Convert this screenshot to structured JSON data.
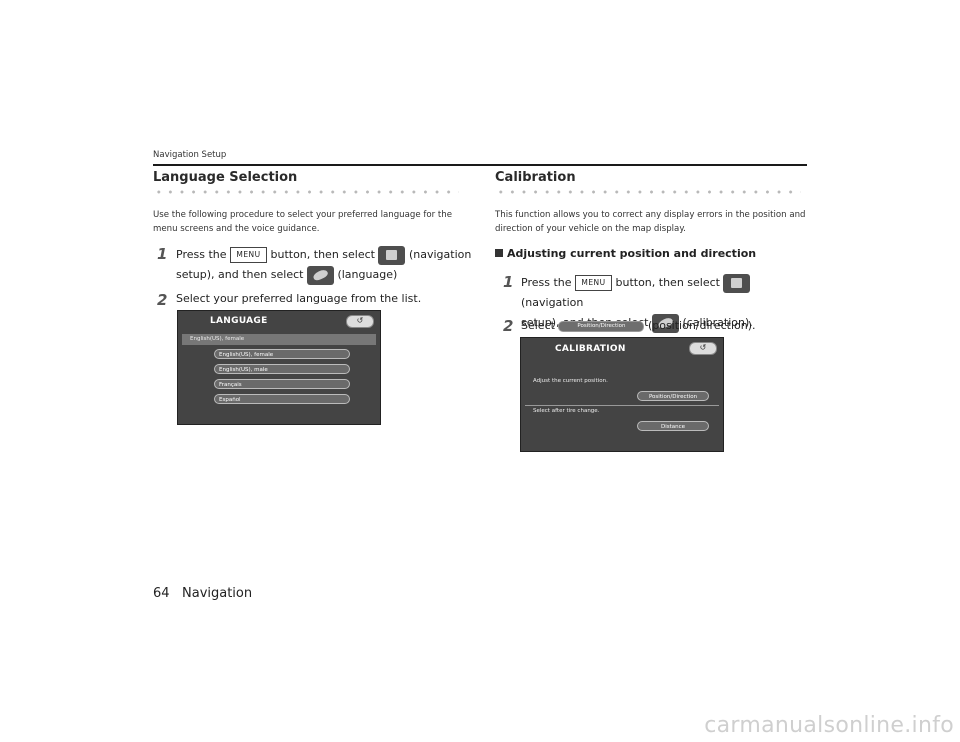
{
  "header": {
    "section": "Navigation Setup"
  },
  "left": {
    "title": "Language Selection",
    "intro": "Use the following procedure to select your preferred language for the menu screens and the voice guidance.",
    "step1": {
      "num": "1",
      "a": "Press the",
      "menu": "MENU",
      "b": "button, then select",
      "c": "(navigation",
      "d": "setup), and then select",
      "e": "(language)"
    },
    "step2": {
      "num": "2",
      "text": "Select your preferred language from the list."
    },
    "screen": {
      "title": "LANGUAGE",
      "back": "↺",
      "current": "English(US), female",
      "options": [
        "English(US), female",
        "English(US), male",
        "Français",
        "Español"
      ]
    }
  },
  "right": {
    "title": "Calibration",
    "intro": "This function allows you to correct any display errors in the position and direction of your vehicle on the map display.",
    "subhead": "Adjusting current position and direction",
    "step1": {
      "num": "1",
      "a": "Press the",
      "menu": "MENU",
      "b": "button, then select",
      "c": "(navigation",
      "d": "setup), and then select",
      "e": "(calibration)."
    },
    "step2": {
      "num": "2",
      "a": "Select",
      "chip": "Position/Direction",
      "b": "(position/direction)."
    },
    "screen": {
      "title": "CALIBRATION",
      "back": "↺",
      "row1": "Adjust the current position.",
      "btn1": "Position/Direction",
      "row2": "Select after tire change.",
      "btn2": "Distance"
    }
  },
  "footer": {
    "page": "64",
    "label": "Navigation"
  },
  "watermark": "carmanualsonline.info"
}
